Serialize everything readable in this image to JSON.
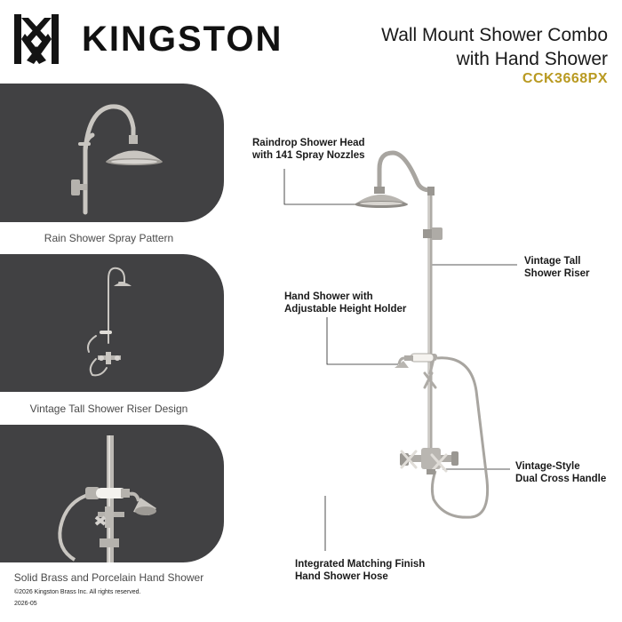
{
  "brand": {
    "name": "KINGSTON",
    "logo": "kingston-kw-logo"
  },
  "product": {
    "title_line1": "Wall Mount Shower Combo",
    "title_line2": "with Hand Shower",
    "model": "CCK3668PX"
  },
  "panels": [
    {
      "caption": "Rain Shower Spray Pattern"
    },
    {
      "caption": "Vintage Tall Shower Riser Design"
    },
    {
      "caption": "Solid Brass and Porcelain Hand Shower"
    }
  ],
  "callouts": {
    "shower_head": {
      "line1": "Raindrop Shower Head",
      "line2": "with 141 Spray Nozzles"
    },
    "riser": {
      "line1": "Vintage Tall",
      "line2": "Shower Riser"
    },
    "hand_shower": {
      "line1": "Hand Shower with",
      "line2": "Adjustable Height Holder"
    },
    "cross_handle": {
      "line1": "Vintage-Style",
      "line2": "Dual Cross Handle"
    },
    "hose": {
      "line1": "Integrated Matching Finish",
      "line2": "Hand Shower Hose"
    }
  },
  "footer": {
    "copyright": "©2026 Kingston Brass Inc. All rights reserved.",
    "date": "2026-05"
  },
  "colors": {
    "panel": "#414143",
    "accent": "#b99a22",
    "text": "#1a1a1a",
    "metal": "#b5b2ad"
  }
}
